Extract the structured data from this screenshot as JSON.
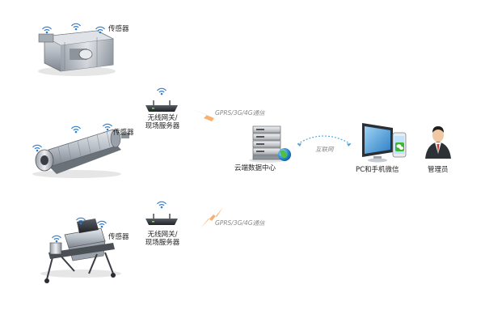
{
  "labels": {
    "sensor": "传感器",
    "gateway_line1": "无线网关/",
    "gateway_line2": "现场服务器",
    "link_cellular": "GPRS/3G/4G通信",
    "link_internet": "互联网",
    "cloud": "云端数据中心",
    "client": "PC和手机微信",
    "admin": "管理员"
  },
  "icons": {
    "gearbox": "industrial-gearbox-icon",
    "ball_mill": "ball-mill-icon",
    "crusher": "crusher-machine-icon",
    "router": "wireless-router-icon",
    "server": "server-stack-icon",
    "globe": "globe-icon",
    "monitor": "pc-monitor-icon",
    "phone": "smartphone-icon",
    "wechat": "wechat-icon",
    "person": "administrator-icon",
    "wifi": "wifi-signal-icon"
  },
  "colors": {
    "lightning": "#f6a55a",
    "wifi": "#2f7fd0",
    "dashed": "#4aa3df"
  }
}
